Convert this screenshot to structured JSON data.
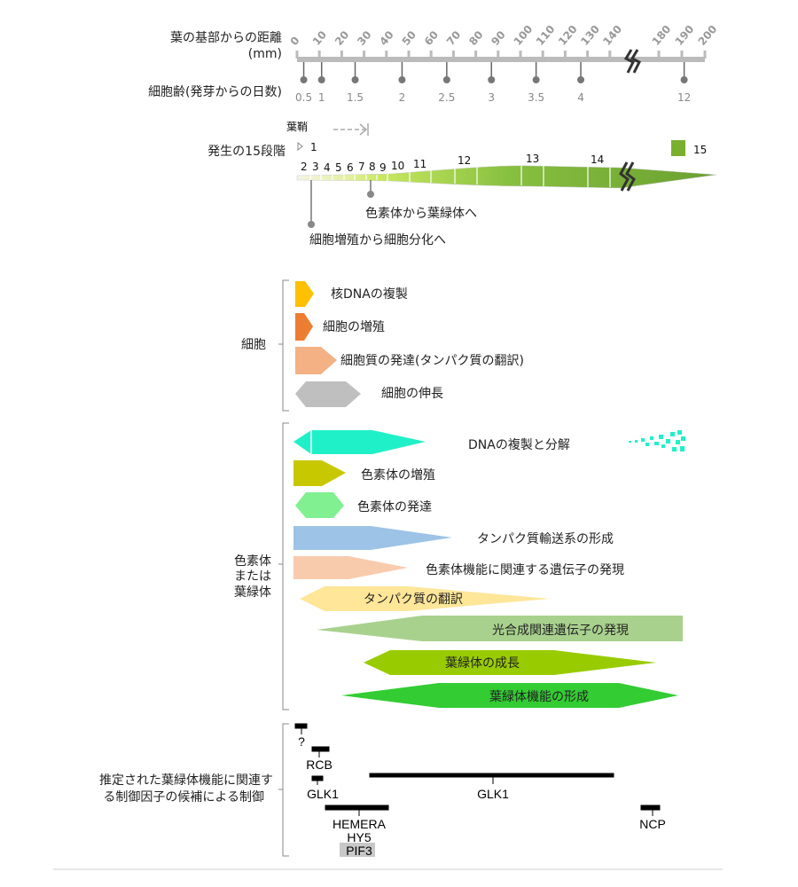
{
  "axis": {
    "distance_label": "葉の基部からの距離",
    "distance_unit": "(mm)",
    "age_label": "細胞齢(発芽からの日数)",
    "mm_ticks": [
      "0",
      "10",
      "20",
      "30",
      "40",
      "50",
      "60",
      "70",
      "80",
      "90",
      "100",
      "110",
      "120",
      "130",
      "140",
      "180",
      "190",
      "200"
    ],
    "day_pins": [
      {
        "label": "0.5",
        "mm": 3
      },
      {
        "label": "1",
        "mm": 11
      },
      {
        "label": "1.5",
        "mm": 26
      },
      {
        "label": "2",
        "mm": 47
      },
      {
        "label": "2.5",
        "mm": 67
      },
      {
        "label": "3",
        "mm": 87
      },
      {
        "label": "3.5",
        "mm": 107
      },
      {
        "label": "4",
        "mm": 127
      },
      {
        "label": "12",
        "mm": 191
      }
    ]
  },
  "stages": {
    "sheath_label": "葉鞘",
    "title": "発生の15段階",
    "numbers": [
      "1",
      "2",
      "3",
      "4",
      "5",
      "6",
      "7",
      "8",
      "9",
      "10",
      "11",
      "12",
      "13",
      "14",
      "15"
    ],
    "transition_plastid": "色素体から葉緑体へ",
    "transition_cell": "細胞増殖から細胞分化へ"
  },
  "cell": {
    "group_label": "細胞",
    "processes": [
      "核DNAの複製",
      "細胞の増殖",
      "細胞質の発達(タンパク質の翻訳)",
      "細胞の伸長"
    ]
  },
  "plastid": {
    "group_label": [
      "色素体",
      "または",
      "葉緑体"
    ],
    "processes": [
      "DNAの複製と分解",
      "色素体の増殖",
      "色素体の発達",
      "タンパク質輸送系の形成",
      "色素体機能に関連する遺伝子の発現",
      "タンパク質の翻訳",
      "光合成関連遺伝子の発現",
      "葉緑体の成長",
      "葉緑体機能の形成"
    ]
  },
  "regulation": {
    "group_label": [
      "推定された葉緑体機能に関連す",
      "る制御因子の候補による制御"
    ],
    "factors": [
      "?",
      "RCB",
      "GLK1",
      "GLK1",
      "HEMERA",
      "HY5",
      "PIF3",
      "NCP"
    ]
  },
  "colors": {
    "nuclear_dna": "#FFC000",
    "cell_prolif": "#ED7D31",
    "cytoplasm": "#F4B183",
    "elongation": "#BFBFBF",
    "dna": "#20F0C8",
    "plastid_prolif": "#C8C800",
    "plastid_dev": "#80F090",
    "transport": "#9DC3E6",
    "gene_expr": "#F8CBAD",
    "translation": "#FFE699",
    "photo_genes": "#A9D18E",
    "growth": "#99CC00",
    "function": "#33CC33"
  }
}
